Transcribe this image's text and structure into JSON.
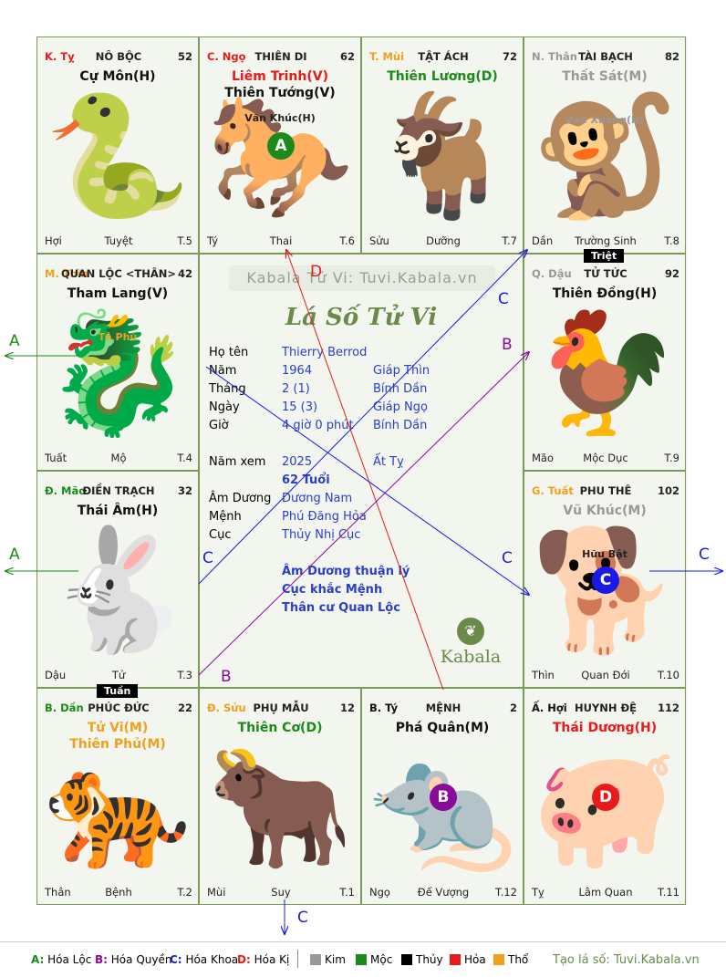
{
  "watermark": "Kabala Tử Vi: Tuvi.Kabala.vn",
  "chart_title": "Lá Số Tử Vi",
  "brand": "Kabala",
  "colors": {
    "loc": "#1a8a1a",
    "quyen": "#8a0a9a",
    "khoa": "#1a1ae8",
    "ki": "#e81a1a",
    "hoa": "#e81a1a",
    "moc": "#1a8a1a",
    "kim": "#999999",
    "tho": "#f0a020",
    "thuy": "#000000",
    "blue": "#2a3ec8"
  },
  "cells": [
    {
      "can": "K. Tỵ",
      "can_color": "#e81a1a",
      "palace": "NÔ BỘC",
      "age": "52",
      "stars": [
        {
          "t": "Cự Môn(H)",
          "c": "#111111"
        }
      ],
      "minor": [],
      "foot": [
        "Hợi",
        "Tuyệt",
        "T.5"
      ],
      "zodiac": "🐍"
    },
    {
      "can": "C. Ngọ",
      "can_color": "#e81a1a",
      "palace": "THIÊN DI",
      "age": "62",
      "stars": [
        {
          "t": "Liêm Trinh(V)",
          "c": "#e81a1a"
        },
        {
          "t": "Thiên Tướng(V)",
          "c": "#111111"
        }
      ],
      "minor": [
        {
          "t": "Văn Khúc(H)",
          "c": "#222222"
        }
      ],
      "foot": [
        "Tý",
        "Thai",
        "T.6"
      ],
      "zodiac": "🐎",
      "badge": {
        "t": "A",
        "c": "#1a8a1a"
      }
    },
    {
      "can": "T. Mùi",
      "can_color": "#f0a020",
      "palace": "TẬT ÁCH",
      "age": "72",
      "stars": [
        {
          "t": "Thiên Lương(D)",
          "c": "#1a8a1a"
        }
      ],
      "minor": [],
      "foot": [
        "Sửu",
        "Dưỡng",
        "T.7"
      ],
      "zodiac": "🐐"
    },
    {
      "can": "N. Thân",
      "can_color": "#999999",
      "palace": "TÀI BẠCH",
      "age": "82",
      "stars": [
        {
          "t": "Thất Sát(M)",
          "c": "#999999"
        }
      ],
      "minor": [
        {
          "t": "Văn Xương(H)",
          "c": "#999999"
        }
      ],
      "foot": [
        "Dần",
        "Trường Sinh",
        "T.8"
      ],
      "zodiac": "🐒"
    },
    {
      "can": "M. Thìn",
      "can_color": "#f0a020",
      "palace": "QUAN LỘC <THÂN>",
      "age": "42",
      "stars": [
        {
          "t": "Tham Lang(V)",
          "c": "#111111"
        }
      ],
      "minor": [
        {
          "t": "Tả Phù",
          "c": "#f0a020"
        }
      ],
      "foot": [
        "Tuất",
        "Mộ",
        "T.4"
      ],
      "zodiac": "🐉"
    },
    {
      "can": "Q. Dậu",
      "can_color": "#999999",
      "palace": "TỬ TỨC",
      "age": "92",
      "stars": [
        {
          "t": "Thiên Đồng(H)",
          "c": "#111111"
        }
      ],
      "minor": [],
      "foot": [
        "Mão",
        "Mộc Dục",
        "T.9"
      ],
      "zodiac": "🐓"
    },
    {
      "can": "Đ. Mão",
      "can_color": "#1a8a1a",
      "palace": "ĐIỀN TRẠCH",
      "age": "32",
      "stars": [
        {
          "t": "Thái Âm(H)",
          "c": "#111111"
        }
      ],
      "minor": [],
      "foot": [
        "Dậu",
        "Tử",
        "T.3"
      ],
      "zodiac": "🐇"
    },
    {
      "can": "G. Tuất",
      "can_color": "#f0a020",
      "palace": "PHU THÊ",
      "age": "102",
      "stars": [
        {
          "t": "Vũ Khúc(M)",
          "c": "#999999"
        }
      ],
      "minor": [
        {
          "t": "Hữu Bật",
          "c": "#222222"
        }
      ],
      "foot": [
        "Thìn",
        "Quan Đới",
        "T.10"
      ],
      "zodiac": "🐕",
      "badge": {
        "t": "C",
        "c": "#1a1ae8"
      }
    },
    {
      "can": "B. Dần",
      "can_color": "#1a8a1a",
      "palace": "PHÚC ĐỨC",
      "age": "22",
      "stars": [
        {
          "t": "Tử Vi(M)",
          "c": "#f0a020"
        },
        {
          "t": "Thiên Phủ(M)",
          "c": "#f0a020"
        }
      ],
      "minor": [],
      "foot": [
        "Thân",
        "Bệnh",
        "T.2"
      ],
      "zodiac": "🐅"
    },
    {
      "can": "Đ. Sửu",
      "can_color": "#f0a020",
      "palace": "PHỤ MẪU",
      "age": "12",
      "stars": [
        {
          "t": "Thiên Cơ(D)",
          "c": "#1a8a1a"
        }
      ],
      "minor": [],
      "foot": [
        "Mùi",
        "Suy",
        "T.1"
      ],
      "zodiac": "🐂"
    },
    {
      "can": "B. Tý",
      "can_color": "#111111",
      "palace": "MỆNH",
      "age": "2",
      "stars": [
        {
          "t": "Phá Quân(M)",
          "c": "#111111"
        }
      ],
      "minor": [],
      "foot": [
        "Ngọ",
        "Đế Vượng",
        "T.12"
      ],
      "zodiac": "🐀",
      "badge": {
        "t": "B",
        "c": "#8a0a9a"
      }
    },
    {
      "can": "Ấ. Hợi",
      "can_color": "#111111",
      "palace": "HUYNH ĐỆ",
      "age": "112",
      "stars": [
        {
          "t": "Thái Dương(H)",
          "c": "#e81a1a"
        }
      ],
      "minor": [],
      "foot": [
        "Tỵ",
        "Lâm Quan",
        "T.11"
      ],
      "zodiac": "🐖",
      "badge": {
        "t": "D",
        "c": "#e81a1a"
      }
    }
  ],
  "tags": {
    "triet": "Triệt",
    "tuan": "Tuần"
  },
  "info": {
    "ho_ten_l": "Họ tên",
    "ho_ten_v": "Thierry Berrod",
    "nam_l": "Năm",
    "nam_v": "1964",
    "nam_can": "Giáp Thìn",
    "thang_l": "Tháng",
    "thang_v": "2  (1)",
    "thang_can": "Bính Dần",
    "ngay_l": "Ngày",
    "ngay_v": "15  (3)",
    "ngay_can": "Giáp Ngọ",
    "gio_l": "Giờ",
    "gio_v": "4 giờ 0 phút",
    "gio_can": "Bính Dần",
    "namxem_l": "Năm xem",
    "namxem_v": "2025",
    "namxem_can": "Ất Tỵ",
    "tuoi": "62 Tuổi",
    "amduong_l": "Âm Dương",
    "amduong_v": "Dương Nam",
    "menh_l": "Mệnh",
    "menh_v": "Phú Đăng Hỏa",
    "cuc_l": "Cục",
    "cuc_v": "Thủy Nhị Cục",
    "note1": "Âm Dương thuận lý",
    "note2": "Cục khắc Mệnh",
    "note3": "Thân cư Quan Lộc"
  },
  "arrow_labels": [
    "D",
    "C",
    "B",
    "A",
    "A",
    "C",
    "C",
    "C",
    "B",
    "C"
  ],
  "legend": {
    "loc_k": "A:",
    "loc_v": "Hóa Lộc",
    "quyen_k": "B:",
    "quyen_v": "Hóa Quyền",
    "khoa_k": "C:",
    "khoa_v": "Hóa Khoa",
    "ki_k": "D:",
    "ki_v": "Hóa Kị",
    "kim": "Kim",
    "moc": "Mộc",
    "thuy": "Thủy",
    "hoa": "Hỏa",
    "tho": "Thổ",
    "credit": "Tạo lá số: Tuvi.Kabala.vn"
  }
}
